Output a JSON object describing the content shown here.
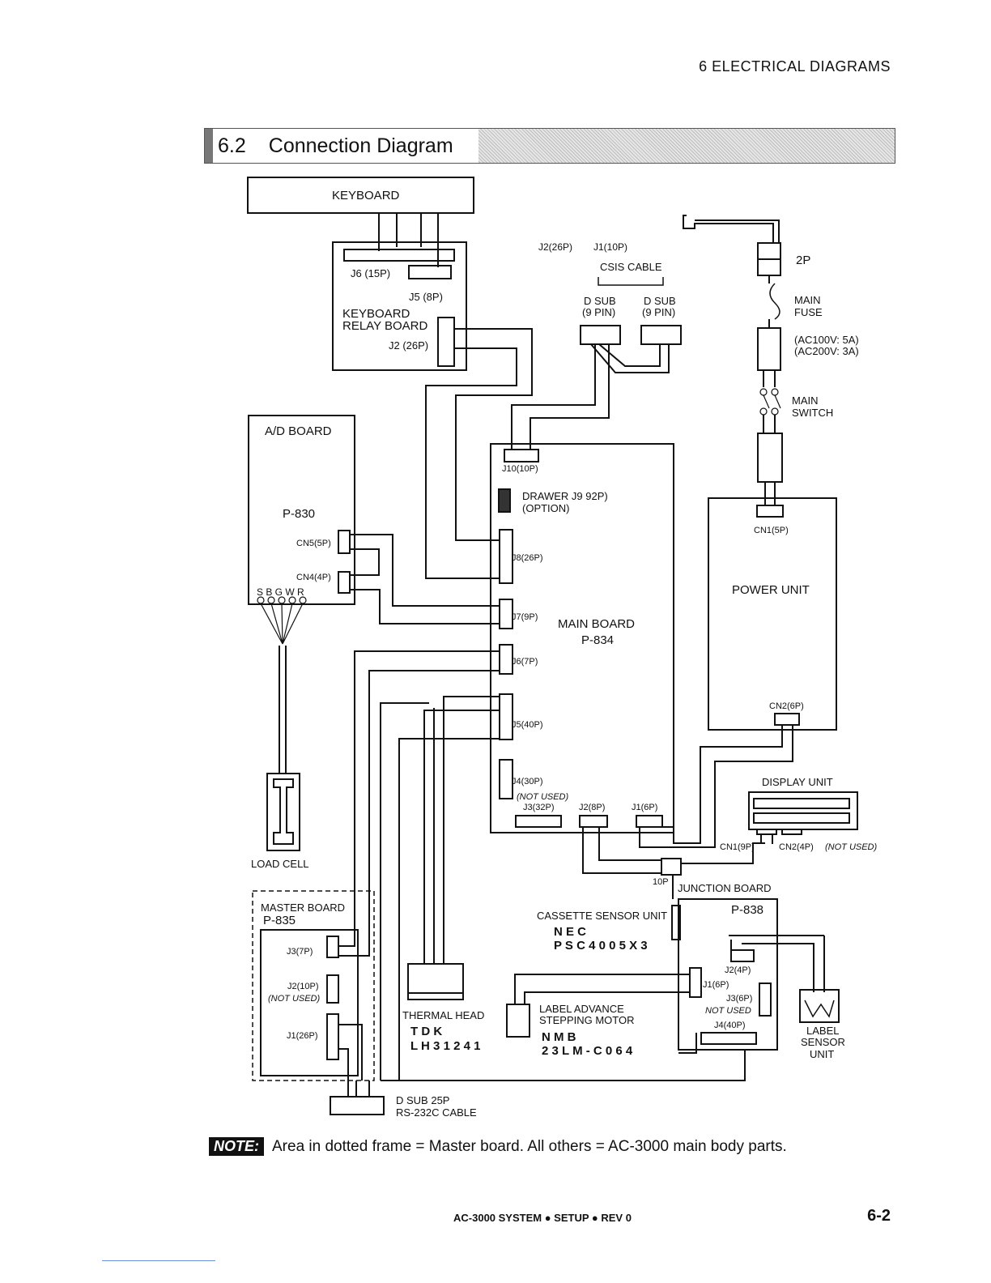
{
  "header": {
    "chapter": "6 ELECTRICAL DIAGRAMS"
  },
  "section": {
    "number": "6.2",
    "title": "Connection Diagram"
  },
  "keyboard": {
    "label": "KEYBOARD"
  },
  "relay_board": {
    "title_line1": "KEYBOARD",
    "title_line2": "RELAY BOARD",
    "j6": "J6 (15P)",
    "j5": "J5 (8P)",
    "j2": "J2 (26P)"
  },
  "csis": {
    "j2": "J2(26P)",
    "j1": "J1(10P)",
    "cable": "CSIS CABLE",
    "dsub_left_1": "D SUB",
    "dsub_left_2": "(9 PIN)",
    "dsub_right_1": "D SUB",
    "dsub_right_2": "(9 PIN)"
  },
  "power_side": {
    "plug": "2P",
    "fuse_1": "MAIN",
    "fuse_2": "FUSE",
    "rating_1": "(AC100V: 5A)",
    "rating_2": "(AC200V: 3A)",
    "switch_1": "MAIN",
    "switch_2": "SWITCH"
  },
  "ad_board": {
    "title": "A/D BOARD",
    "model": "P-830",
    "cn5": "CN5(5P)",
    "cn4": "CN4(4P)",
    "pins": "S B G W R"
  },
  "load_cell": {
    "label": "LOAD CELL"
  },
  "main_board": {
    "title": "MAIN BOARD",
    "model": "P-834",
    "j10": "J10(10P)",
    "drawer_1": "DRAWER J9 92P)",
    "drawer_2": "(OPTION)",
    "j8": "J8(26P)",
    "j7": "J7(9P)",
    "j6": "J6(7P)",
    "j5": "J5(40P)",
    "j4": "J4(30P)",
    "not_used": "(NOT USED)",
    "j3": "J3(32P)",
    "j2": "J2(8P)",
    "j1": "J1(6P)"
  },
  "power_unit": {
    "title": "POWER UNIT",
    "cn1": "CN1(5P)",
    "cn2": "CN2(6P)"
  },
  "display_unit": {
    "title": "DISPLAY UNIT",
    "cn1": "CN1(9P)",
    "cn2": "CN2(4P)",
    "not_used": "(NOT USED)"
  },
  "junction": {
    "ten_p": "10P",
    "title": "JUNCTION BOARD",
    "model": "P-838",
    "j2": "J2(4P)",
    "j1": "J1(6P)",
    "j3": "J3(6P)",
    "not_used": "NOT USED",
    "j4": "J4(40P)"
  },
  "cassette": {
    "label": "CASSETTE SENSOR UNIT",
    "maker": "N E C",
    "part": "P S C 4 0 0 5 X 3"
  },
  "master_board": {
    "title": "MASTER BOARD",
    "model": "P-835",
    "j3": "J3(7P)",
    "j2": "J2(10P)",
    "not_used": "(NOT USED)",
    "j1": "J1(26P)"
  },
  "thermal_head": {
    "label": "THERMAL HEAD",
    "maker": "T D K",
    "part": "L H 3 1 2 4 1"
  },
  "label_motor": {
    "line1": "LABEL ADVANCE",
    "line2": "STEPPING MOTOR",
    "maker": "N M B",
    "part": "2 3 L M - C 0 6 4"
  },
  "label_sensor": {
    "line1": "LABEL",
    "line2": "SENSOR",
    "line3": "UNIT"
  },
  "dsub25": {
    "line1": "D SUB 25P",
    "line2": "RS-232C CABLE"
  },
  "note": {
    "badge": "NOTE:",
    "text": "Area in dotted frame = Master board.   All others =  AC-3000 main body parts."
  },
  "footer": {
    "text": "AC-3000 SYSTEM ● SETUP ● REV 0",
    "page": "6-2"
  }
}
